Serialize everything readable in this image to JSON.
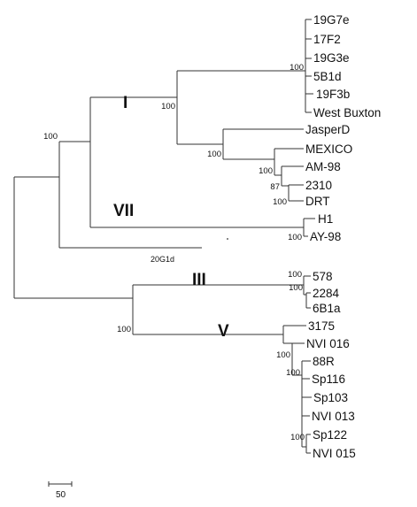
{
  "leaves": [
    "19G7e",
    "17F2",
    "19G3e",
    "5B1d",
    "19F3b",
    "West Buxton",
    "JasperD",
    "MEXICO",
    "AM-98",
    "2310",
    "DRT",
    "H1",
    "AY-98",
    "20G1d",
    "578",
    "2284",
    "6B1a",
    "3175",
    "NVI 016",
    "88R",
    "Sp116",
    "Sp103",
    "NVI 013",
    "Sp122",
    "NVI 015"
  ],
  "bootstrap": [
    "100",
    "100",
    "100",
    "100",
    "100",
    "87",
    "100",
    "100",
    "100",
    "100",
    "100",
    "100",
    "100",
    "100"
  ],
  "clades": [
    "I",
    "VII",
    "III",
    "V"
  ],
  "scale": {
    "label": "50"
  }
}
